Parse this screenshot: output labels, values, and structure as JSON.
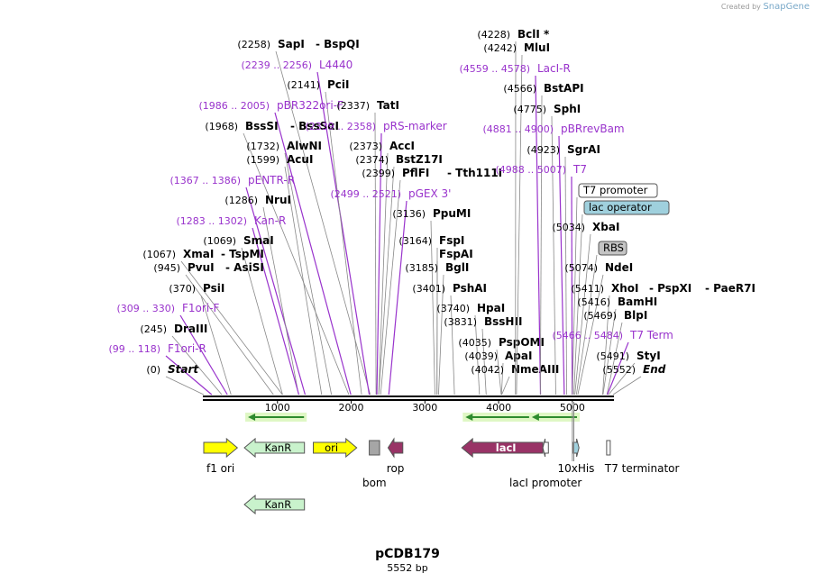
{
  "credit": {
    "prefix": "Created by",
    "brand": "SnapGene"
  },
  "plasmid": {
    "name": "pCDB179",
    "size_label": "5552 bp"
  },
  "map": {
    "length": 5552,
    "ticks": [
      1000,
      2000,
      3000,
      4000,
      5000
    ]
  },
  "sites": [
    {
      "label": "SapI",
      "label2": "BspQI",
      "coord": "(2258)",
      "pos": 2258,
      "kind": "enzyme"
    },
    {
      "label": "L4440",
      "coord": "(2239 .. 2256)",
      "pos": 2245,
      "kind": "primer"
    },
    {
      "label": "PciI",
      "coord": "(2141)",
      "pos": 2141,
      "kind": "enzyme"
    },
    {
      "label": "pBR322ori-F",
      "coord": "(1986 .. 2005)",
      "pos": 1995,
      "kind": "primer"
    },
    {
      "label": "BssSI",
      "label2": "BssSαI",
      "coord": "(1968)",
      "pos": 1968,
      "kind": "enzyme"
    },
    {
      "label": "AlwNI",
      "coord": "(1732)",
      "pos": 1732,
      "kind": "enzyme"
    },
    {
      "label": "AcuI",
      "coord": "(1599)",
      "pos": 1599,
      "kind": "enzyme"
    },
    {
      "label": "pENTR-R",
      "coord": "(1367 .. 1386)",
      "pos": 1375,
      "kind": "primer"
    },
    {
      "label": "NruI",
      "coord": "(1286)",
      "pos": 1286,
      "kind": "enzyme"
    },
    {
      "label": "Kan-R",
      "coord": "(1283 .. 1302)",
      "pos": 1290,
      "kind": "primer"
    },
    {
      "label": "SmaI",
      "coord": "(1069)",
      "pos": 1069,
      "kind": "enzyme"
    },
    {
      "label": "XmaI",
      "label2": "TspMI",
      "coord": "(1067)",
      "pos": 1067,
      "kind": "enzyme"
    },
    {
      "label": "PvuI",
      "label2": "AsiSI",
      "coord": "(945)",
      "pos": 945,
      "kind": "enzyme"
    },
    {
      "label": "PsiI",
      "coord": "(370)",
      "pos": 370,
      "kind": "enzyme"
    },
    {
      "label": "F1ori-F",
      "coord": "(309 .. 330)",
      "pos": 320,
      "kind": "primer"
    },
    {
      "label": "DraIII",
      "coord": "(245)",
      "pos": 245,
      "kind": "enzyme"
    },
    {
      "label": "F1ori-R",
      "coord": "(99 .. 118)",
      "pos": 108,
      "kind": "primer"
    },
    {
      "label": "Start",
      "coord": "(0)",
      "pos": 0,
      "kind": "special"
    },
    {
      "label": "TatI",
      "coord": "(2337)",
      "pos": 2337,
      "kind": "enzyme"
    },
    {
      "label": "pRS-marker",
      "coord": "(2339 .. 2358)",
      "pos": 2348,
      "kind": "primer"
    },
    {
      "label": "AccI",
      "coord": "(2373)",
      "pos": 2373,
      "kind": "enzyme"
    },
    {
      "label": "BstZ17I",
      "coord": "(2374)",
      "pos": 2374,
      "kind": "enzyme"
    },
    {
      "label": "PflFI",
      "label2": "Tth111I",
      "coord": "(2399)",
      "pos": 2399,
      "kind": "enzyme"
    },
    {
      "label": "pGEX 3'",
      "coord": "(2499 .. 2521)",
      "pos": 2510,
      "kind": "primer"
    },
    {
      "label": "PpuMI",
      "coord": "(3136)",
      "pos": 3136,
      "kind": "enzyme"
    },
    {
      "label": "FspI",
      "coord": "(3164)",
      "pos": 3164,
      "kind": "enzyme"
    },
    {
      "label": "FspAI",
      "coord": "",
      "pos": 3164,
      "kind": "enzyme"
    },
    {
      "label": "BglI",
      "coord": "(3185)",
      "pos": 3185,
      "kind": "enzyme"
    },
    {
      "label": "PshAI",
      "coord": "(3401)",
      "pos": 3401,
      "kind": "enzyme"
    },
    {
      "label": "HpaI",
      "coord": "(3740)",
      "pos": 3740,
      "kind": "enzyme"
    },
    {
      "label": "BssHII",
      "coord": "(3831)",
      "pos": 3831,
      "kind": "enzyme"
    },
    {
      "label": "PspOMI",
      "coord": "(4035)",
      "pos": 4035,
      "kind": "enzyme"
    },
    {
      "label": "ApaI",
      "coord": "(4039)",
      "pos": 4039,
      "kind": "enzyme"
    },
    {
      "label": "NmeAIII",
      "coord": "(4042)",
      "pos": 4042,
      "kind": "enzyme"
    },
    {
      "label": "BclI *",
      "coord": "(4228)",
      "pos": 4228,
      "kind": "enzyme"
    },
    {
      "label": "MluI",
      "coord": "(4242)",
      "pos": 4242,
      "kind": "enzyme"
    },
    {
      "label": "LacI-R",
      "coord": "(4559 .. 4578)",
      "pos": 4568,
      "kind": "primer"
    },
    {
      "label": "BstAPI",
      "coord": "(4566)",
      "pos": 4566,
      "kind": "enzyme"
    },
    {
      "label": "SphI",
      "coord": "(4775)",
      "pos": 4775,
      "kind": "enzyme"
    },
    {
      "label": "pBRrevBam",
      "coord": "(4881 .. 4900)",
      "pos": 4890,
      "kind": "primer"
    },
    {
      "label": "SgrAI",
      "coord": "(4923)",
      "pos": 4923,
      "kind": "enzyme"
    },
    {
      "label": "T7",
      "coord": "(4988 .. 5007)",
      "pos": 4998,
      "kind": "primer"
    },
    {
      "label": "T7 promoter",
      "coord": "",
      "pos": 5000,
      "kind": "feature",
      "fill": "#ffffff"
    },
    {
      "label": "lac operator",
      "coord": "",
      "pos": 5020,
      "kind": "feature",
      "fill": "#9fd0dd"
    },
    {
      "label": "XbaI",
      "coord": "(5034)",
      "pos": 5034,
      "kind": "enzyme"
    },
    {
      "label": "RBS",
      "coord": "",
      "pos": 5055,
      "kind": "feature",
      "fill": "#c4c4c4"
    },
    {
      "label": "NdeI",
      "coord": "(5074)",
      "pos": 5074,
      "kind": "enzyme"
    },
    {
      "label": "XhoI",
      "label2": "PspXI",
      "label3": "PaeR7I",
      "coord": "(5411)",
      "pos": 5411,
      "kind": "enzyme"
    },
    {
      "label": "BamHI",
      "coord": "(5416)",
      "pos": 5416,
      "kind": "enzyme"
    },
    {
      "label": "BlpI",
      "coord": "(5469)",
      "pos": 5469,
      "kind": "enzyme"
    },
    {
      "label": "T7 Term",
      "coord": "(5466 .. 5484)",
      "pos": 5475,
      "kind": "primer"
    },
    {
      "label": "StyI",
      "coord": "(5491)",
      "pos": 5491,
      "kind": "enzyme"
    },
    {
      "label": "End",
      "coord": "(5552)",
      "pos": 5552,
      "kind": "special"
    }
  ],
  "features": [
    {
      "label": "f1 ori",
      "start": 0,
      "end": 456,
      "dir": "fwd",
      "fill": "#ffff00",
      "label_pos": "below"
    },
    {
      "label": "KanR",
      "start": 551,
      "end": 1366,
      "dir": "rev",
      "fill": "#c9f2cc",
      "label_pos": "inside"
    },
    {
      "label": "ori",
      "start": 1486,
      "end": 2075,
      "dir": "fwd",
      "fill": "#ffff00",
      "label_pos": "inside"
    },
    {
      "label": "bom",
      "start": 2245,
      "end": 2385,
      "dir": "none",
      "fill": "#a6a6a6",
      "label_pos": "below2"
    },
    {
      "label": "rop",
      "start": 2500,
      "end": 2700,
      "dir": "rev",
      "fill": "#993366",
      "label_pos": "below"
    },
    {
      "label": "lacI",
      "start": 3500,
      "end": 4600,
      "dir": "rev",
      "fill": "#993366",
      "label_pos": "inside"
    },
    {
      "label": "lacI promoter",
      "start": 4600,
      "end": 4675,
      "dir": "rev",
      "fill": "#ffffff",
      "label_pos": "below2"
    },
    {
      "label": "10xHis",
      "start": 5010,
      "end": 5090,
      "dir": "fwd",
      "fill": "#9fd0dd",
      "label_pos": "below"
    },
    {
      "label": "T7 terminator",
      "start": 5465,
      "end": 5512,
      "dir": "fwd",
      "fill": "#ffffff",
      "label_pos": "below"
    },
    {
      "label": "KanR",
      "start": 551,
      "end": 1366,
      "dir": "rev",
      "fill": "#c9f2cc",
      "label_pos": "inside",
      "row": 2
    }
  ],
  "orfs": [
    {
      "start": 600,
      "end": 1360,
      "dir": "rev"
    },
    {
      "start": 3550,
      "end": 4450,
      "dir": "rev"
    },
    {
      "start": 4450,
      "end": 5630,
      "dir": "rev"
    }
  ],
  "colors": {
    "enzyme": "#000000",
    "primer": "#9933cc",
    "enzyme_line": "#888888",
    "primer_line": "#9933cc",
    "orf": "#2e8b2e"
  }
}
